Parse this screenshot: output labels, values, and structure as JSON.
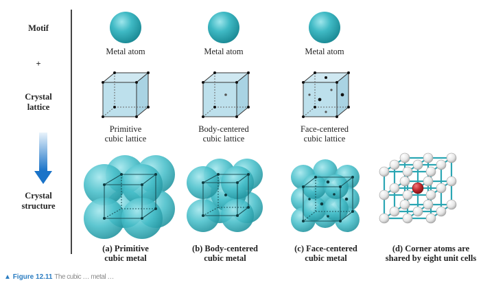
{
  "side_labels": {
    "motif": "Motif",
    "plus": "+",
    "lattice_line1": "Crystal",
    "lattice_line2": "lattice",
    "structure_line1": "Crystal",
    "structure_line2": "structure"
  },
  "motifs": [
    "Metal atom",
    "Metal atom",
    "Metal atom"
  ],
  "lattices": [
    {
      "line1": "Primitive",
      "line2": "cubic lattice"
    },
    {
      "line1": "Body-centered",
      "line2": "cubic lattice"
    },
    {
      "line1": "Face-centered",
      "line2": "cubic lattice"
    }
  ],
  "structures": [
    {
      "line1": "(a) Primitive",
      "line2": "cubic metal"
    },
    {
      "line1": "(b) Body-centered",
      "line2": "cubic metal"
    },
    {
      "line1": "(c) Face-centered",
      "line2": "cubic metal"
    },
    {
      "line1": "(d) Corner atoms are",
      "line2": "shared by eight unit cells"
    }
  ],
  "caption": {
    "figure": "Figure 12.11",
    "text": "The cubic … metal …"
  },
  "colors": {
    "atom": "#3fb9c4",
    "atom_dark": "#1f8f9a",
    "lattice_face": "#b9dcea",
    "arrow": "#1a73c8",
    "highlight_atom": "#c0282d"
  }
}
